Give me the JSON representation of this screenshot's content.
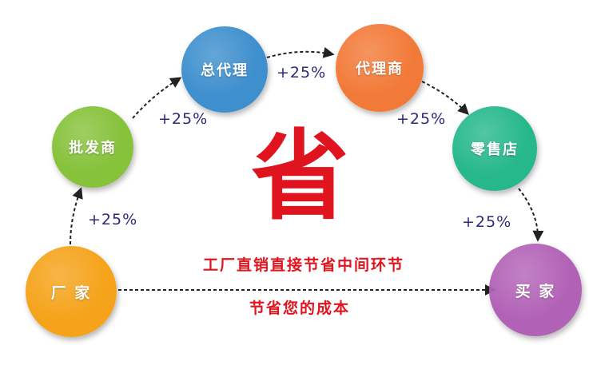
{
  "nodes": {
    "factory": {
      "label": "厂 家",
      "color": "#f5a31a"
    },
    "wholesaler": {
      "label": "批发商",
      "color": "#86c23a"
    },
    "general_agent": {
      "label": "总代理",
      "color": "#3e8fce"
    },
    "agent": {
      "label": "代理商",
      "color": "#f27a38"
    },
    "retailer": {
      "label": "零售店",
      "color": "#26b88b"
    },
    "buyer": {
      "label": "买 家",
      "color": "#b262b6"
    }
  },
  "markups": {
    "factory_to_wholesaler": "+25%",
    "wholesaler_to_general_agent": "+25%",
    "general_agent_to_agent": "+25%",
    "agent_to_retailer": "+25%",
    "retailer_to_buyer": "+25%"
  },
  "center": {
    "big_char": "省",
    "line1": "工厂直销直接节省中间环节",
    "line2": "节省您的成本"
  },
  "colors": {
    "markup_text": "#2a2a7a",
    "center_red": "#e0141e",
    "arrow": "#222222"
  }
}
